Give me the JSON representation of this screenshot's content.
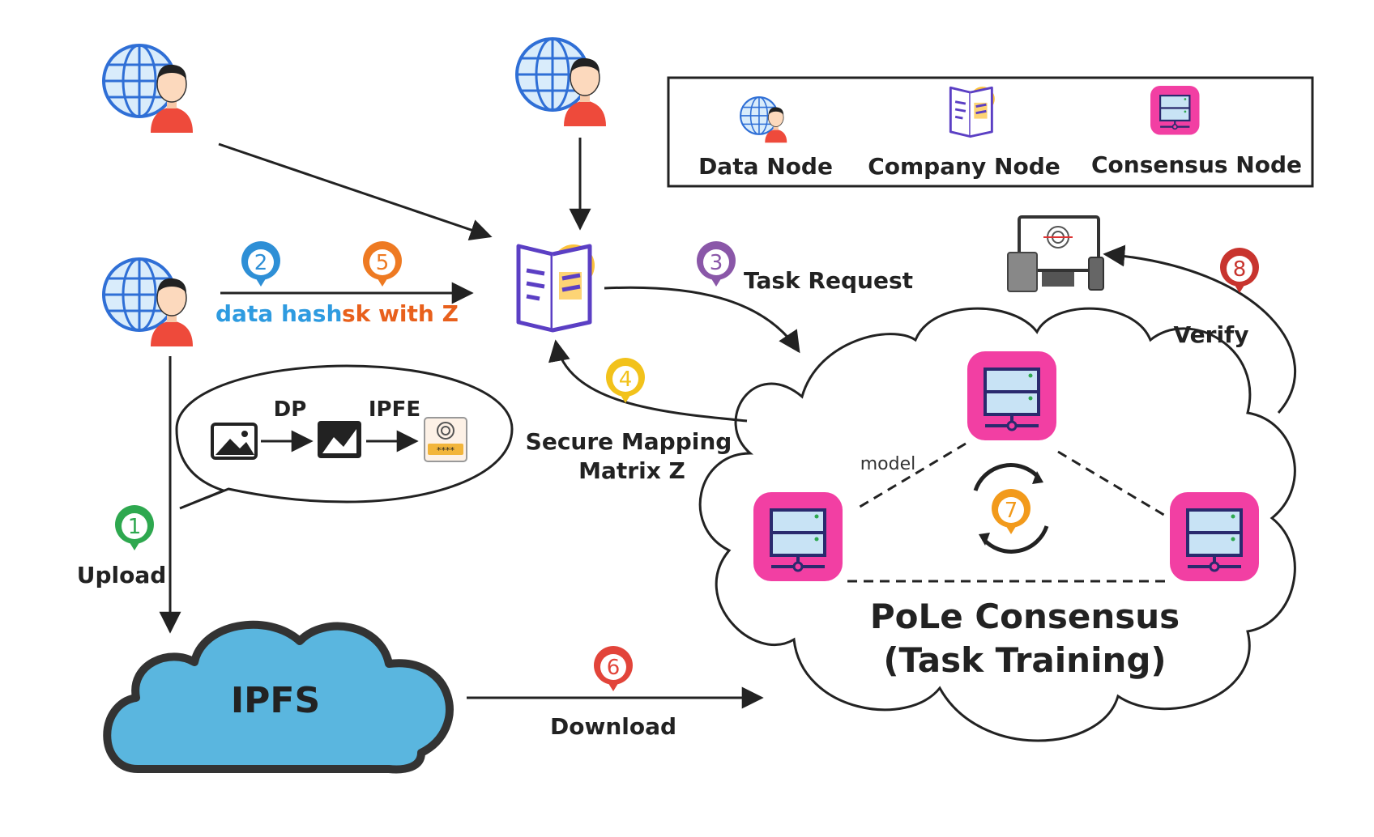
{
  "legend": {
    "data_node": "Data Node",
    "company_node": "Company Node",
    "consensus_node": "Consensus Node"
  },
  "steps": [
    {
      "num": "1",
      "label": "Upload",
      "color": "#2ea84f"
    },
    {
      "num": "2",
      "label": "data hash",
      "color": "#2e8fd6"
    },
    {
      "num": "3",
      "label": "Task Request",
      "color": "#8a57a8"
    },
    {
      "num": "4",
      "label": "Secure Mapping",
      "label2": "Matrix Z",
      "color": "#f2c21b"
    },
    {
      "num": "5",
      "label": "sk with Z",
      "color": "#ee7a22"
    },
    {
      "num": "6",
      "label": "Download",
      "color": "#e2443a"
    },
    {
      "num": "7",
      "label": "",
      "color": "#f29a1b"
    },
    {
      "num": "8",
      "label": "Verify",
      "color": "#c8342e"
    }
  ],
  "bubble": {
    "dp": "DP",
    "ipfe": "IPFE"
  },
  "ipfs": {
    "label": "IPFS"
  },
  "consensus": {
    "title_line1": "PoLe Consensus",
    "title_line2": "(Task Training)",
    "model_label": "model"
  },
  "colors": {
    "data_hash": "#2e9be0",
    "sk_with_z": "#e8601c",
    "company": "#5b3fc4",
    "consensus_pink": "#f23fa3",
    "ipfs_blue": "#5ab6df"
  }
}
